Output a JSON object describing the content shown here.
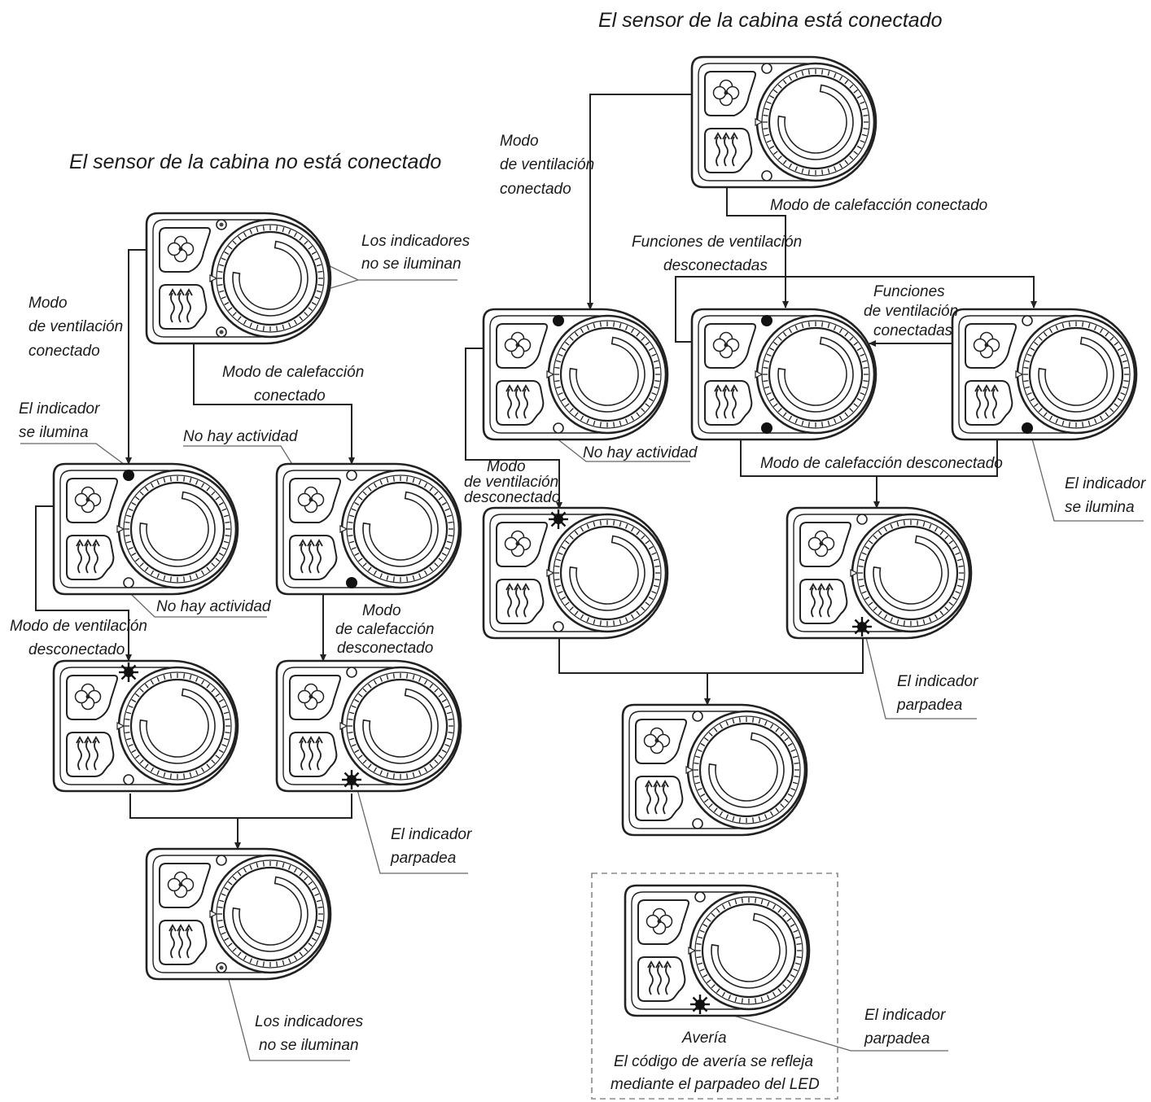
{
  "titles": {
    "not_connected": "El sensor de la cabina no está conectado",
    "connected": "El sensor de la cabina está conectado"
  },
  "labels": {
    "l_leds_off_top": [
      "Los indicadores",
      "no se iluminan"
    ],
    "l_vent_on": [
      "Modo",
      "de ventilación",
      "conectado"
    ],
    "l_heat_on": [
      "Modo de calefacción",
      "conectado"
    ],
    "l_led_on": [
      "El indicador",
      "se ilumina"
    ],
    "l_no_activity_1": [
      "No hay actividad"
    ],
    "l_no_activity_2": [
      "No hay actividad"
    ],
    "l_vent_off": [
      "Modo de ventilación",
      "desconectado"
    ],
    "l_heat_off": [
      "Modo",
      "de calefacción",
      "desconectado"
    ],
    "l_blinks": [
      "El indicador",
      "parpadea"
    ],
    "l_leds_off_bottom": [
      "Los indicadores",
      "no se iluminan"
    ],
    "r_vent_on": [
      "Modo",
      "de ventilación",
      "conectado"
    ],
    "r_heat_on": [
      "Modo de calefacción conectado"
    ],
    "r_vent_funcs_off": [
      "Funciones de ventilación",
      "desconectadas"
    ],
    "r_vent_funcs_on": [
      "Funciones",
      "de ventilación",
      "conectadas"
    ],
    "r_no_activity": [
      "No hay actividad"
    ],
    "r_vent_off": [
      "Modo",
      "de ventilación",
      "desconectado"
    ],
    "r_heat_off": [
      "Modo de calefacción desconectado"
    ],
    "r_led_on": [
      "El indicador",
      "se ilumina"
    ],
    "r_blinks": [
      "El indicador",
      "parpadea"
    ],
    "r_blinks_fault": [
      "El indicador",
      "parpadea"
    ],
    "r_fault": [
      "Avería",
      "El código de avería se refleja",
      "mediante el parpadeo del LED"
    ]
  },
  "panels": [
    {
      "id": "L1",
      "fan_led": "dim",
      "heat_led": "dim"
    },
    {
      "id": "L2",
      "fan_led": "on",
      "heat_led": "off"
    },
    {
      "id": "L3",
      "fan_led": "off",
      "heat_led": "on"
    },
    {
      "id": "L4",
      "fan_led": "blink",
      "heat_led": "off"
    },
    {
      "id": "L5",
      "fan_led": "off",
      "heat_led": "blink"
    },
    {
      "id": "L6",
      "fan_led": "off",
      "heat_led": "dim"
    },
    {
      "id": "R1",
      "fan_led": "off",
      "heat_led": "off"
    },
    {
      "id": "R2",
      "fan_led": "on",
      "heat_led": "off"
    },
    {
      "id": "R3",
      "fan_led": "on",
      "heat_led": "on"
    },
    {
      "id": "R4",
      "fan_led": "off",
      "heat_led": "on"
    },
    {
      "id": "R5",
      "fan_led": "blink",
      "heat_led": "off"
    },
    {
      "id": "R6",
      "fan_led": "off",
      "heat_led": "blink"
    },
    {
      "id": "R7",
      "fan_led": "off",
      "heat_led": "off"
    },
    {
      "id": "R8",
      "fan_led": "off",
      "heat_led": "blink"
    }
  ]
}
